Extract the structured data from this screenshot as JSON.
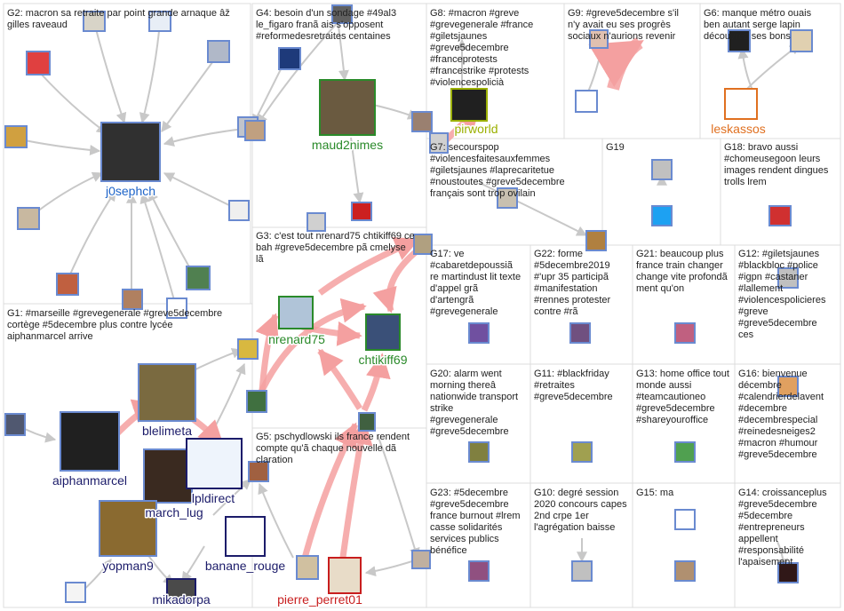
{
  "colors": {
    "box_border": "#dcdcdc",
    "edge_grey": "#c8c8c8",
    "edge_red": "#f4a0a0",
    "label_blue": "#1e64c8",
    "label_green": "#2a8a2a",
    "label_navy": "#1c1c6a",
    "label_red": "#c81e1e",
    "label_olive": "#9bb000",
    "label_orange": "#e07020"
  },
  "groups": [
    {
      "id": "G1",
      "text": [
        "G1: #marseille #grevegenerale #greve5decembre",
        "cortège #5decembre plus contre lycée",
        "aiphanmarcel arrive"
      ]
    },
    {
      "id": "G2",
      "text": [
        "G2: macron sa retraite par point grande arnaque âž",
        "gilles raveaud"
      ]
    },
    {
      "id": "G3",
      "text": [
        "G3: c'est tout nrenard75 chtikiff69 ce",
        "bah #greve5decembre pã cmelyse",
        "lã"
      ]
    },
    {
      "id": "G4",
      "text": [
        "G4: besoin d'un sondage #49al3",
        "le_figaro franã ais s'opposent",
        "#reformedesretraites centaines"
      ]
    },
    {
      "id": "G5",
      "text": [
        "G5: pschydlowski ils france rendent",
        "compte qu'ã chaque nouvelle dã",
        "claration"
      ]
    },
    {
      "id": "G6",
      "text": [
        "G6: manque métro ouais",
        "ben autant serge lapin",
        "découvrez ses bons"
      ]
    },
    {
      "id": "G7",
      "text": [
        "G7: secourspop",
        "#violencesfaitesauxfemmes",
        "#giletsjaunes #laprecaritetue",
        "#noustoutes #greve5decembre",
        "français sont trop ovilain"
      ]
    },
    {
      "id": "G8",
      "text": [
        "G8: #macron #greve",
        "#grevegenerale #france",
        "#giletsjaunes",
        "#greve5decembre",
        "#franceprotests",
        "#francestrike #protests",
        "#violencespolicià"
      ]
    },
    {
      "id": "G9",
      "text": [
        "G9: #greve5decembre s'il",
        "n'y avait eu ses progrès",
        "sociaux n'aurions revenir"
      ]
    },
    {
      "id": "G10",
      "text": [
        "G10: degré session",
        "2020 concours capes",
        "2nd crpe 1er",
        "l'agrégation baisse"
      ]
    },
    {
      "id": "G11",
      "text": [
        "G11: #blackfriday",
        "#retraites",
        "#greve5decembre"
      ]
    },
    {
      "id": "G12",
      "text": [
        "G12: #giletsjaunes",
        "#blackbloc #police",
        "#igpn #castaner",
        "#lallement",
        "#violencespolicieres",
        "#greve",
        "#greve5decembre",
        "ces"
      ]
    },
    {
      "id": "G13",
      "text": [
        "G13: home office tout",
        "monde aussi",
        "#teamcautioneo",
        "#greve5decembre",
        "#shareyouroffice"
      ]
    },
    {
      "id": "G14",
      "text": [
        "G14: croissanceplus",
        "#greve5decembre",
        "#5decembre",
        "#entrepreneurs",
        "appellent",
        "#responsabilité",
        "l'apaisement"
      ]
    },
    {
      "id": "G15",
      "text": [
        "G15: ma"
      ]
    },
    {
      "id": "G16",
      "text": [
        "G16: bienvenue",
        "décembre",
        "#calendrierdelavent",
        "#decembre",
        "#decembrespecial",
        "#reinedesneiges2",
        "#macron #humour",
        "#greve5decembre"
      ]
    },
    {
      "id": "G17",
      "text": [
        "G17: ve",
        "#cabaretdepoussiã",
        "re martindust lit texte",
        "d'appel grã",
        "d'artengrã",
        "#grevegenerale"
      ]
    },
    {
      "id": "G18",
      "text": [
        "G18: bravo aussi",
        "#chomeusegoon leurs",
        "images rendent dingues",
        "trolls lrem"
      ]
    },
    {
      "id": "G19",
      "text": [
        "G19"
      ]
    },
    {
      "id": "G20",
      "text": [
        "G20: alarm went",
        "morning thereâ",
        "nationwide transport",
        "strike",
        "#grevegenerale",
        "#greve5decembre"
      ]
    },
    {
      "id": "G21",
      "text": [
        "G21: beaucoup plus",
        "france train changer",
        "change vite profondã",
        "ment qu'on"
      ]
    },
    {
      "id": "G22",
      "text": [
        "G22: forme",
        "#5decembre2019",
        "#'upr 35 participã",
        "#manifestation",
        "#rennes protester",
        "contre #rã"
      ]
    },
    {
      "id": "G23",
      "text": [
        "G23: #5decembre",
        "#greve5decembre",
        "france burnout #lrem",
        "casse solidarités",
        "services publics",
        "bénéfice"
      ]
    }
  ],
  "nodes": [
    {
      "id": "j0sephch",
      "label": "j0sephch"
    },
    {
      "id": "maud2nimes",
      "label": "maud2nimes"
    },
    {
      "id": "pirworld",
      "label": "pirworld"
    },
    {
      "id": "leskassos",
      "label": "leskassos"
    },
    {
      "id": "nrenard75",
      "label": "nrenard75"
    },
    {
      "id": "chtikiff69",
      "label": "chtikiff69"
    },
    {
      "id": "blelimeta",
      "label": "blelimeta"
    },
    {
      "id": "aiphanmarcel",
      "label": "aiphanmarcel"
    },
    {
      "id": "march_lug",
      "label": "march_lug"
    },
    {
      "id": "lpldirect",
      "label": "lpldirect"
    },
    {
      "id": "yopman9",
      "label": "yopman9"
    },
    {
      "id": "banane_rouge",
      "label": "banane_rouge"
    },
    {
      "id": "mikadorpa",
      "label": "mikadorpa"
    },
    {
      "id": "pierre_perret01",
      "label": "pierre_perret01"
    }
  ]
}
